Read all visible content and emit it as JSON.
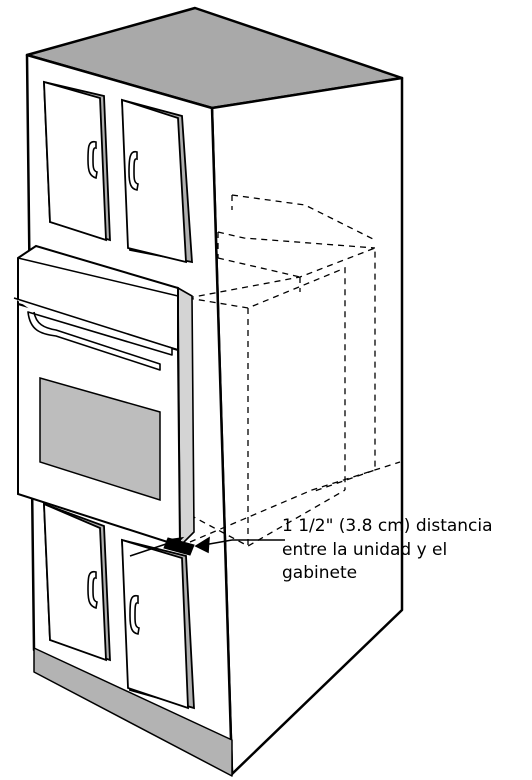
{
  "annotation": {
    "lines": [
      "1 1/2\" (3.8 cm) distancia",
      "entre la unidad y el",
      "gabinete"
    ]
  },
  "colors": {
    "stroke": "#000000",
    "cabinet_top": "#a9a9a9",
    "cabinet_side": "#ffffff",
    "cabinet_front": "#ffffff",
    "door_shadow": "#b0b0b0",
    "oven_window": "#bdbdbd",
    "toe_kick": "#b3b3b3",
    "oven_control_panel": "#ffffff",
    "oven_side_shadow": "#d4d4d4"
  }
}
